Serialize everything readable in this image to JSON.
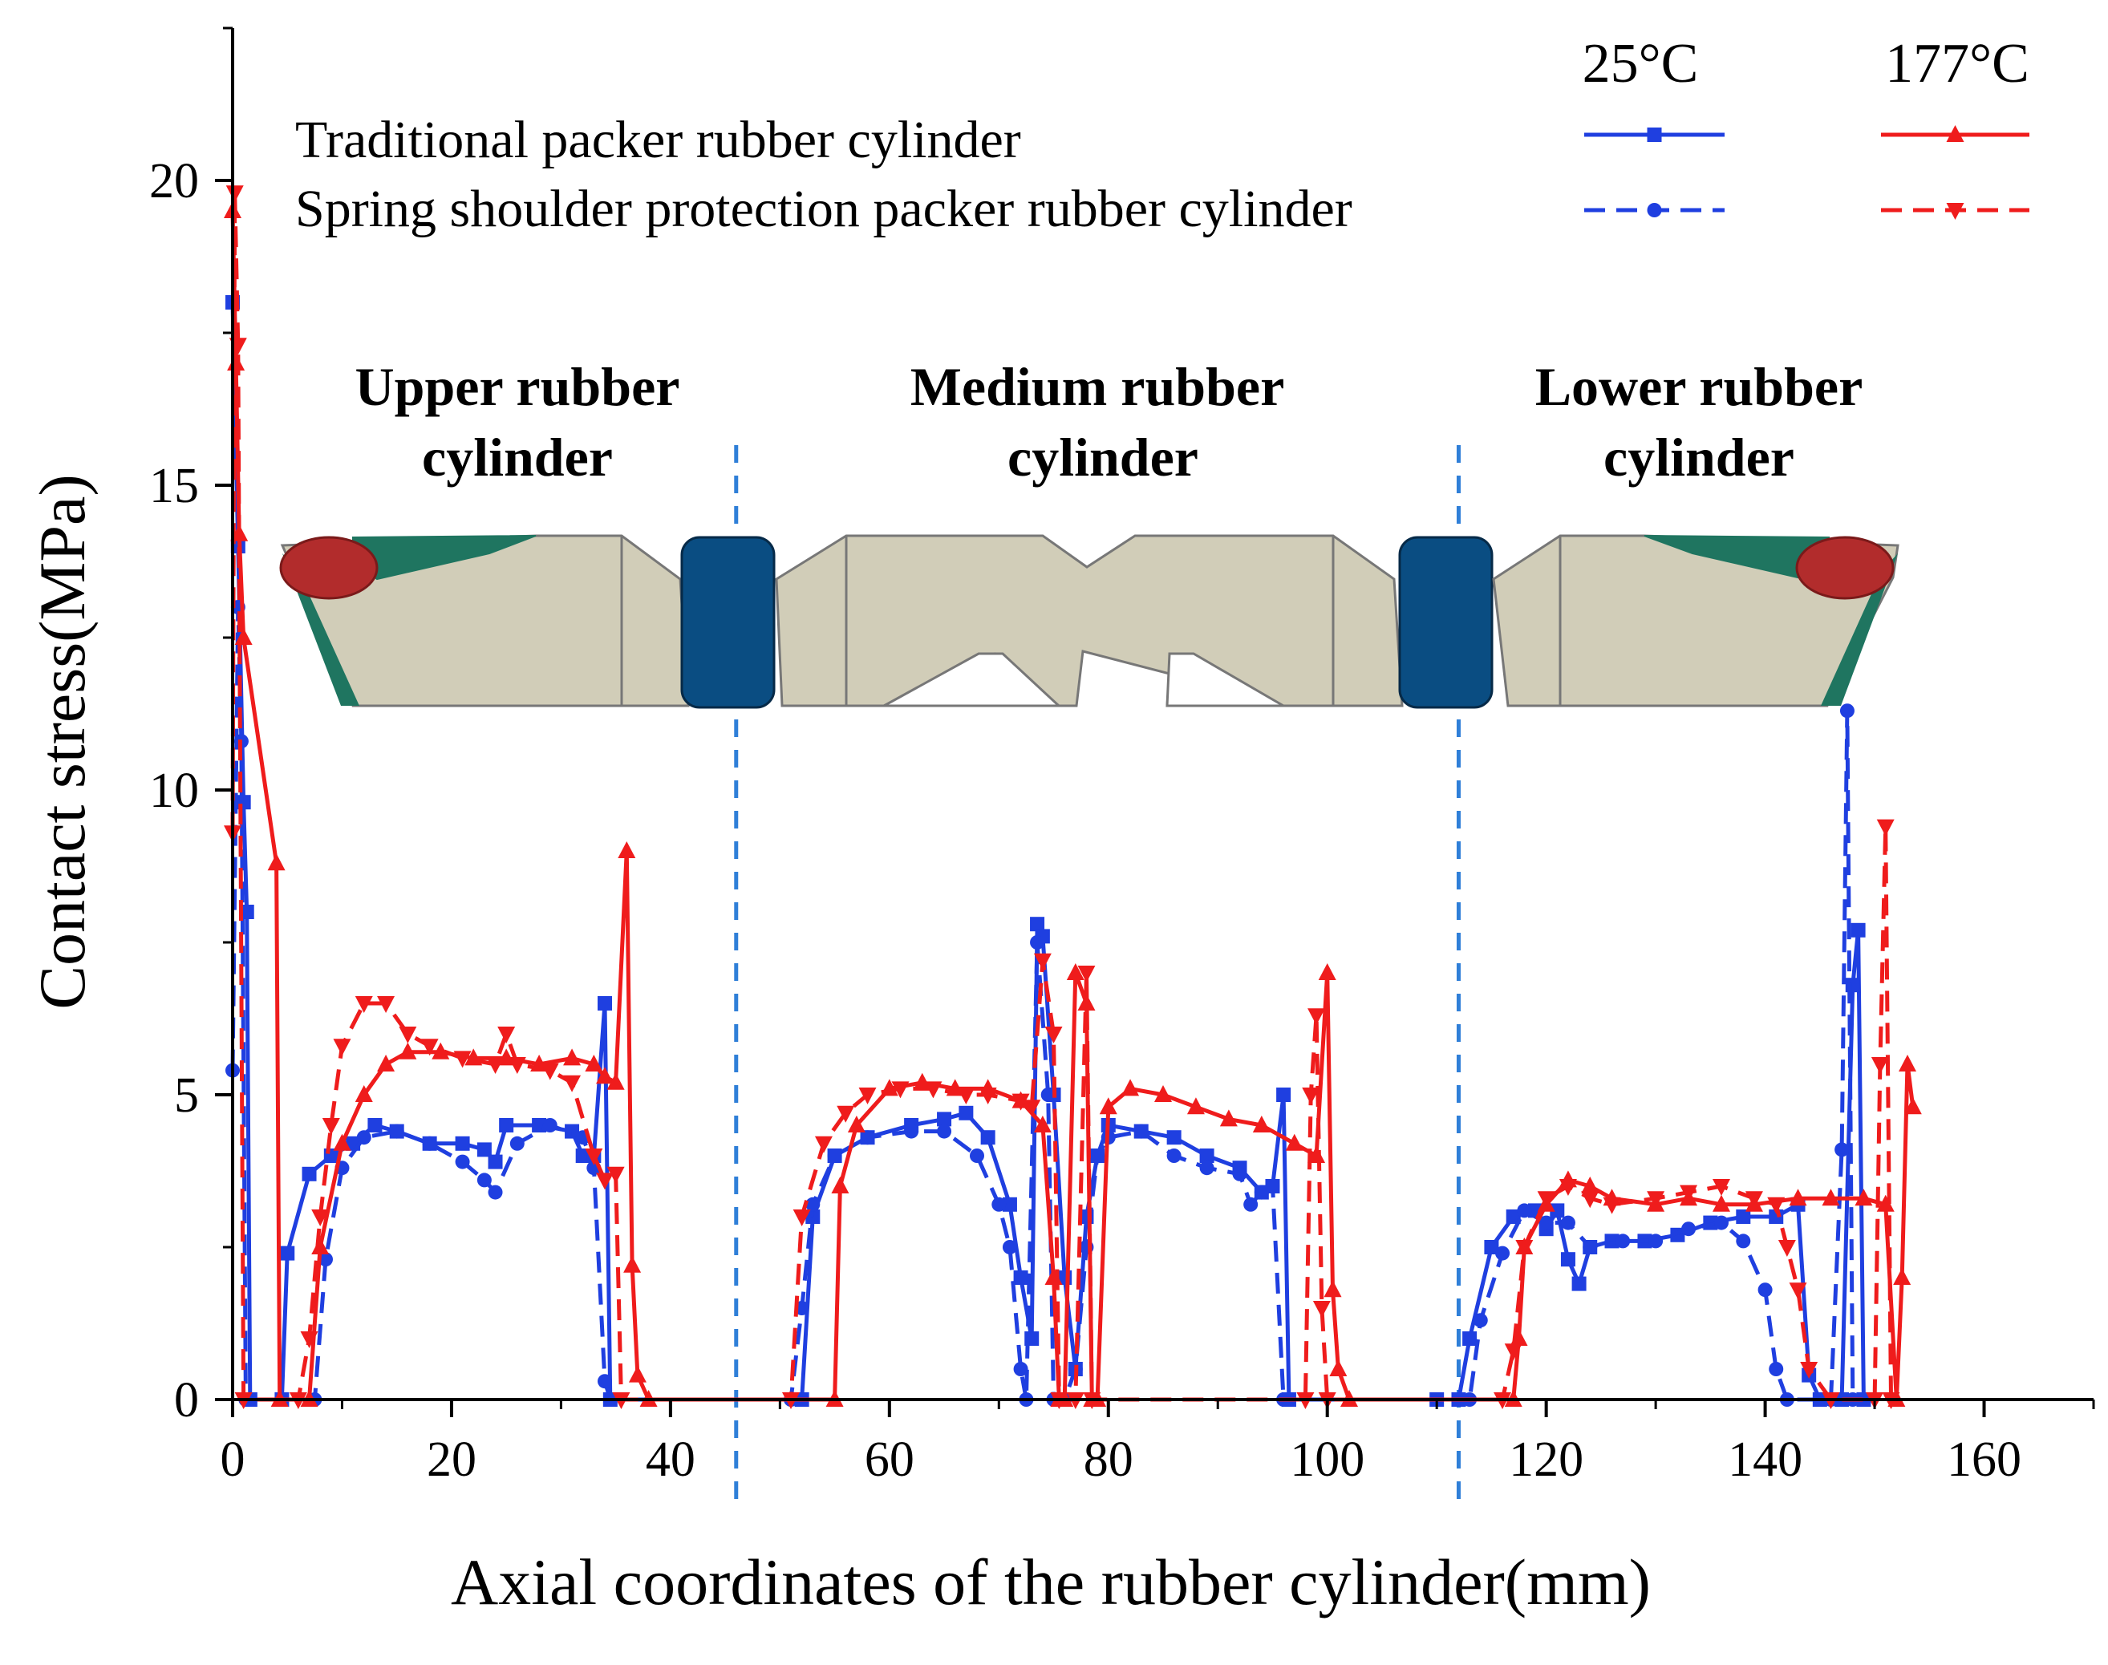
{
  "chart_data": {
    "type": "line",
    "xlabel": "Axial coordinates of the rubber cylinder(mm)",
    "ylabel": "Contact stress(MPa)",
    "xlim": [
      0,
      170
    ],
    "ylim": [
      0,
      22.5
    ],
    "xticks": [
      "0",
      "20",
      "40",
      "60",
      "80",
      "100",
      "120",
      "140",
      "160"
    ],
    "yticks": [
      "0",
      "5",
      "10",
      "15",
      "20"
    ],
    "legend": {
      "position": "top-right",
      "temperature_headers": [
        "25°C",
        "177°C"
      ],
      "rows": [
        "Traditional packer rubber cylinder",
        "Spring shoulder protection packer rubber cylinder"
      ]
    },
    "section_labels": [
      {
        "line1": "Upper rubber",
        "line2": "cylinder"
      },
      {
        "line1": "Medium rubber",
        "line2": "cylinder"
      },
      {
        "line1": "Lower rubber",
        "line2": "cylinder"
      }
    ],
    "section_boundaries_x": [
      46,
      112
    ],
    "colors": {
      "blue": "#1f3fe0",
      "red": "#ef1c1c",
      "boundary": "#2f7fd8"
    },
    "series": [
      {
        "name": "Traditional packer rubber cylinder 25°C",
        "color": "#1f3fe0",
        "dash": "solid",
        "marker": "square",
        "points": [
          [
            0,
            18
          ],
          [
            0.5,
            14
          ],
          [
            1,
            9.8
          ],
          [
            1.3,
            8
          ],
          [
            1.6,
            0
          ],
          [
            4.5,
            0
          ],
          [
            5,
            2.4
          ],
          [
            7,
            3.7
          ],
          [
            9,
            4
          ],
          [
            11,
            4.2
          ],
          [
            13,
            4.5
          ],
          [
            15,
            4.4
          ],
          [
            18,
            4.2
          ],
          [
            21,
            4.2
          ],
          [
            23,
            4.1
          ],
          [
            24,
            3.9
          ],
          [
            25,
            4.5
          ],
          [
            28,
            4.5
          ],
          [
            31,
            4.4
          ],
          [
            32,
            4
          ],
          [
            33,
            4
          ],
          [
            34,
            6.5
          ],
          [
            34.5,
            0
          ],
          [
            52,
            0
          ],
          [
            53,
            3
          ],
          [
            55,
            4
          ],
          [
            58,
            4.3
          ],
          [
            62,
            4.5
          ],
          [
            65,
            4.6
          ],
          [
            67,
            4.7
          ],
          [
            69,
            4.3
          ],
          [
            71,
            3.2
          ],
          [
            72,
            2
          ],
          [
            73,
            1
          ],
          [
            73.5,
            7.8
          ],
          [
            74,
            7.6
          ],
          [
            75,
            5
          ],
          [
            76,
            2
          ],
          [
            77,
            0.5
          ],
          [
            78,
            3
          ],
          [
            79,
            4
          ],
          [
            80,
            4.5
          ],
          [
            83,
            4.4
          ],
          [
            86,
            4.3
          ],
          [
            89,
            4
          ],
          [
            92,
            3.8
          ],
          [
            94,
            3.4
          ],
          [
            95,
            3.5
          ],
          [
            96,
            5
          ],
          [
            96.5,
            0
          ],
          [
            110,
            0
          ],
          [
            112,
            0
          ],
          [
            113,
            1
          ],
          [
            115,
            2.5
          ],
          [
            117,
            3
          ],
          [
            119,
            3.1
          ],
          [
            120,
            2.8
          ],
          [
            121,
            3.1
          ],
          [
            122,
            2.3
          ],
          [
            123,
            1.9
          ],
          [
            124,
            2.5
          ],
          [
            126,
            2.6
          ],
          [
            129,
            2.6
          ],
          [
            132,
            2.7
          ],
          [
            135,
            2.9
          ],
          [
            138,
            3
          ],
          [
            141,
            3
          ],
          [
            143,
            3.2
          ],
          [
            144,
            0.4
          ],
          [
            145,
            0
          ],
          [
            147,
            0
          ],
          [
            148,
            6.8
          ],
          [
            148.5,
            7.7
          ],
          [
            149,
            0
          ]
        ]
      },
      {
        "name": "Spring shoulder protection packer rubber cylinder 25°C",
        "color": "#1f3fe0",
        "dash": "dashed",
        "marker": "circle",
        "points": [
          [
            0,
            5.4
          ],
          [
            0.5,
            13
          ],
          [
            0.8,
            10.8
          ],
          [
            1.2,
            0
          ],
          [
            7.5,
            0
          ],
          [
            8.5,
            2.3
          ],
          [
            10,
            3.8
          ],
          [
            12,
            4.3
          ],
          [
            15,
            4.4
          ],
          [
            18,
            4.2
          ],
          [
            21,
            3.9
          ],
          [
            23,
            3.6
          ],
          [
            24,
            3.4
          ],
          [
            26,
            4.2
          ],
          [
            29,
            4.5
          ],
          [
            32,
            4.3
          ],
          [
            33,
            3.8
          ],
          [
            34,
            0.3
          ],
          [
            34.5,
            0
          ],
          [
            51,
            0
          ],
          [
            52,
            1.5
          ],
          [
            53,
            3.2
          ],
          [
            55,
            4
          ],
          [
            58,
            4.3
          ],
          [
            62,
            4.4
          ],
          [
            65,
            4.4
          ],
          [
            68,
            4
          ],
          [
            70,
            3.2
          ],
          [
            71,
            2.5
          ],
          [
            72,
            0.5
          ],
          [
            72.5,
            0
          ],
          [
            73.5,
            7.5
          ],
          [
            74.5,
            5
          ],
          [
            75,
            0
          ],
          [
            76,
            0
          ],
          [
            77,
            0.5
          ],
          [
            78,
            2.5
          ],
          [
            79,
            4
          ],
          [
            80,
            4.3
          ],
          [
            83,
            4.4
          ],
          [
            86,
            4
          ],
          [
            89,
            3.8
          ],
          [
            92,
            3.7
          ],
          [
            93,
            3.2
          ],
          [
            94,
            3.4
          ],
          [
            95,
            3.5
          ],
          [
            96,
            0
          ],
          [
            113,
            0
          ],
          [
            114,
            1.3
          ],
          [
            116,
            2.4
          ],
          [
            118,
            3.1
          ],
          [
            120,
            2.9
          ],
          [
            122,
            2.9
          ],
          [
            124,
            2.5
          ],
          [
            127,
            2.6
          ],
          [
            130,
            2.6
          ],
          [
            133,
            2.8
          ],
          [
            136,
            2.9
          ],
          [
            138,
            2.6
          ],
          [
            140,
            1.8
          ],
          [
            141,
            0.5
          ],
          [
            142,
            0
          ],
          [
            146,
            0
          ],
          [
            147,
            4.1
          ],
          [
            147.5,
            11.3
          ],
          [
            148,
            0
          ]
        ]
      },
      {
        "name": "Traditional packer rubber cylinder 177°C",
        "color": "#ef1c1c",
        "dash": "solid",
        "marker": "triangle-up",
        "points": [
          [
            0,
            19.5
          ],
          [
            0.3,
            17
          ],
          [
            0.6,
            14.2
          ],
          [
            1,
            12.5
          ],
          [
            4,
            8.8
          ],
          [
            4.3,
            0
          ],
          [
            7,
            0
          ],
          [
            8,
            2.5
          ],
          [
            10,
            4.2
          ],
          [
            12,
            5
          ],
          [
            14,
            5.5
          ],
          [
            16,
            5.7
          ],
          [
            19,
            5.7
          ],
          [
            22,
            5.6
          ],
          [
            25,
            5.6
          ],
          [
            28,
            5.5
          ],
          [
            31,
            5.6
          ],
          [
            33,
            5.5
          ],
          [
            34,
            5.3
          ],
          [
            35,
            5.2
          ],
          [
            36,
            9
          ],
          [
            36.5,
            2.2
          ],
          [
            37,
            0.4
          ],
          [
            38,
            0
          ],
          [
            55,
            0
          ],
          [
            55.5,
            3.5
          ],
          [
            57,
            4.5
          ],
          [
            60,
            5.1
          ],
          [
            63,
            5.2
          ],
          [
            66,
            5.1
          ],
          [
            69,
            5.1
          ],
          [
            72,
            4.9
          ],
          [
            74,
            4.5
          ],
          [
            75,
            2
          ],
          [
            75.5,
            0
          ],
          [
            76,
            0
          ],
          [
            77,
            7
          ],
          [
            78,
            6.5
          ],
          [
            78.5,
            0
          ],
          [
            79,
            0
          ],
          [
            80,
            4.8
          ],
          [
            82,
            5.1
          ],
          [
            85,
            5
          ],
          [
            88,
            4.8
          ],
          [
            91,
            4.6
          ],
          [
            94,
            4.5
          ],
          [
            97,
            4.2
          ],
          [
            99,
            4
          ],
          [
            100,
            7
          ],
          [
            100.5,
            1.8
          ],
          [
            101,
            0.5
          ],
          [
            102,
            0
          ],
          [
            117,
            0
          ],
          [
            117.5,
            1
          ],
          [
            118,
            2.5
          ],
          [
            120,
            3.2
          ],
          [
            122,
            3.6
          ],
          [
            124,
            3.5
          ],
          [
            126,
            3.3
          ],
          [
            130,
            3.2
          ],
          [
            133,
            3.3
          ],
          [
            136,
            3.2
          ],
          [
            139,
            3.2
          ],
          [
            143,
            3.3
          ],
          [
            146,
            3.3
          ],
          [
            149,
            3.3
          ],
          [
            151,
            3.2
          ],
          [
            152,
            0
          ],
          [
            152.5,
            2
          ],
          [
            153,
            5.5
          ],
          [
            153.5,
            4.8
          ]
        ]
      },
      {
        "name": "Spring shoulder protection packer rubber cylinder 177°C",
        "color": "#ef1c1c",
        "dash": "dashed",
        "marker": "triangle-down",
        "points": [
          [
            0,
            9.3
          ],
          [
            0.2,
            19.8
          ],
          [
            0.5,
            17.3
          ],
          [
            1,
            0
          ],
          [
            6,
            0
          ],
          [
            7,
            1
          ],
          [
            8,
            3
          ],
          [
            9,
            4.5
          ],
          [
            10,
            5.8
          ],
          [
            12,
            6.5
          ],
          [
            14,
            6.5
          ],
          [
            16,
            6
          ],
          [
            18,
            5.8
          ],
          [
            21,
            5.6
          ],
          [
            24,
            5.5
          ],
          [
            25,
            6
          ],
          [
            26,
            5.5
          ],
          [
            29,
            5.4
          ],
          [
            31,
            5.2
          ],
          [
            33,
            4
          ],
          [
            34,
            3.6
          ],
          [
            35,
            3.7
          ],
          [
            35.5,
            0
          ],
          [
            51,
            0
          ],
          [
            52,
            3
          ],
          [
            54,
            4.2
          ],
          [
            56,
            4.7
          ],
          [
            58,
            5
          ],
          [
            61,
            5.1
          ],
          [
            64,
            5.1
          ],
          [
            67,
            5
          ],
          [
            69,
            5
          ],
          [
            72,
            4.9
          ],
          [
            73,
            4.8
          ],
          [
            74,
            7.2
          ],
          [
            75,
            6
          ],
          [
            75.5,
            0
          ],
          [
            77,
            0
          ],
          [
            78,
            7
          ],
          [
            78.5,
            0
          ],
          [
            98,
            0
          ],
          [
            98.5,
            5
          ],
          [
            99,
            6.3
          ],
          [
            99.5,
            1.5
          ],
          [
            100,
            0
          ],
          [
            116,
            0
          ],
          [
            117,
            0.8
          ],
          [
            118,
            2.5
          ],
          [
            120,
            3.3
          ],
          [
            122,
            3.5
          ],
          [
            124,
            3.3
          ],
          [
            126,
            3.2
          ],
          [
            130,
            3.3
          ],
          [
            133,
            3.4
          ],
          [
            136,
            3.5
          ],
          [
            139,
            3.3
          ],
          [
            141,
            3.2
          ],
          [
            142,
            2.5
          ],
          [
            143,
            1.8
          ],
          [
            144,
            0.5
          ],
          [
            146,
            0
          ],
          [
            150,
            0
          ],
          [
            150.5,
            5.5
          ],
          [
            151,
            9.4
          ],
          [
            151.5,
            0
          ]
        ]
      }
    ]
  }
}
